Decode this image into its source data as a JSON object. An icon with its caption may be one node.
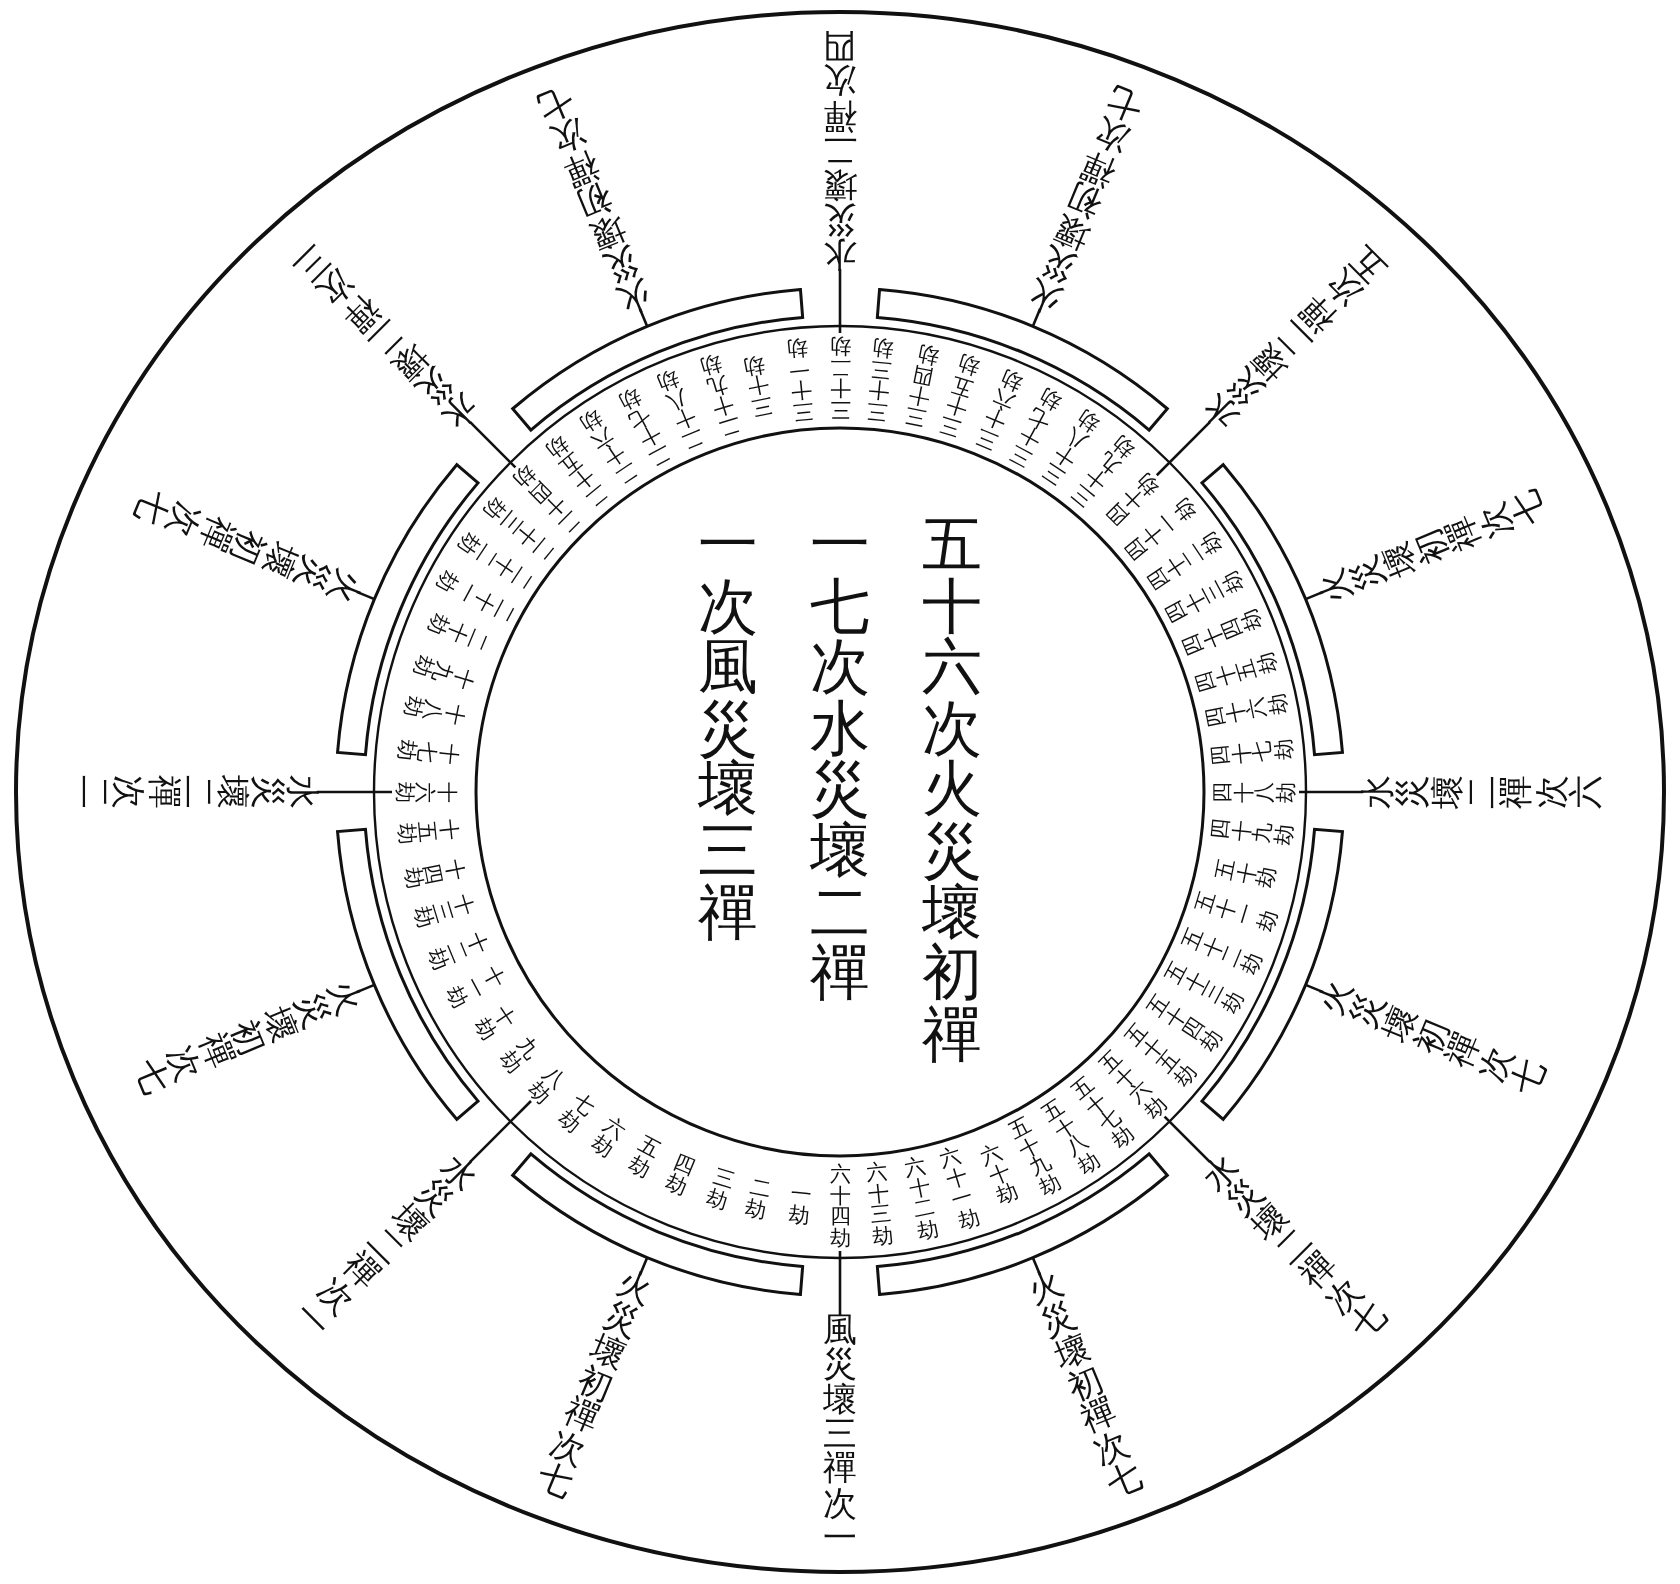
{
  "diagram": {
    "nodes": [
      {
        "text": [],
        "shape": "bar"
      },
      {
        "text": [
          "火災壞初禪次七"
        ]
      },
      {
        "text": [
          "八劫"
        ]
      },
      {
        "text": [
          "水災壞二禪次一"
        ]
      },
      {
        "text": [],
        "shape": "bar"
      },
      {
        "text": [
          "火災壞初禪次七"
        ]
      },
      {
        "text": [
          "十六劫"
        ]
      },
      {
        "text": [
          "水災壞二禪次二"
        ]
      },
      {
        "text": [],
        "shape": "bar"
      },
      {
        "text": [
          "火災壞初禪次七"
        ]
      },
      {
        "text": [
          "二十四劫"
        ]
      },
      {
        "text": [
          "水災壞二禪次三"
        ]
      },
      {
        "text": [],
        "shape": "bar"
      },
      {
        "text": [
          "火災壞初禪次七"
        ]
      },
      {
        "text": [
          "三十二劫"
        ]
      },
      {
        "text": [
          "水災壞二禪次四"
        ]
      },
      {
        "text": [],
        "shape": "bar"
      },
      {
        "text": [
          "火災壞初禪次七"
        ]
      },
      {
        "text": [
          "四十劫"
        ]
      },
      {
        "text": [
          "水災壞二禪次五"
        ]
      },
      {
        "text": [],
        "shape": "bar"
      },
      {
        "text": [
          "火災壞初禪次七"
        ]
      },
      {
        "text": [
          "四十八劫"
        ]
      },
      {
        "text": [
          "水災壞二禪次六"
        ]
      },
      {
        "text": [],
        "shape": "bar"
      },
      {
        "text": [
          "火災壞初禪次七"
        ]
      },
      {
        "text": [
          "五十六劫"
        ]
      },
      {
        "text": [
          "水災壞二禪次七"
        ]
      },
      {
        "text": [],
        "shape": "bar"
      },
      {
        "text": [
          "火災壞初禪次七"
        ]
      },
      {
        "text": [
          "六十四劫"
        ]
      },
      {
        "text": [
          "風災壞三禪次一"
        ]
      }
    ],
    "edges": [
      {
        "from": 1,
        "to": 0,
        "arrow": "none"
      },
      {
        "from": 3,
        "to": 2,
        "arrow": "none"
      },
      {
        "from": 5,
        "to": 4,
        "arrow": "none"
      },
      {
        "from": 7,
        "to": 6,
        "arrow": "none"
      },
      {
        "from": 9,
        "to": 8,
        "arrow": "none"
      },
      {
        "from": 11,
        "to": 10,
        "arrow": "none"
      },
      {
        "from": 13,
        "to": 12,
        "arrow": "none"
      },
      {
        "from": 15,
        "to": 14,
        "arrow": "none"
      },
      {
        "from": 17,
        "to": 16,
        "arrow": "none"
      },
      {
        "from": 19,
        "to": 18,
        "arrow": "none"
      },
      {
        "from": 21,
        "to": 20,
        "arrow": "none"
      },
      {
        "from": 23,
        "to": 22,
        "arrow": "none"
      },
      {
        "from": 25,
        "to": 24,
        "arrow": "none"
      },
      {
        "from": 27,
        "to": 26,
        "arrow": "none"
      },
      {
        "from": 29,
        "to": 28,
        "arrow": "none"
      },
      {
        "from": 31,
        "to": 30,
        "arrow": "none"
      }
    ],
    "labels": [
      "五十六次火災壞初禪",
      "一七次水災壞二禪",
      "一次風災壞三禪",
      "一劫",
      "二劫",
      "三劫",
      "四劫",
      "五劫",
      "六劫",
      "七劫",
      "九劫",
      "十劫",
      "十一劫",
      "十二劫",
      "十三劫",
      "十四劫",
      "十五劫",
      "十七劫",
      "十八劫",
      "十九劫",
      "二十劫",
      "二十一劫",
      "二十二劫",
      "二十三劫",
      "二十五劫",
      "二十六劫",
      "二十七劫",
      "二十八劫",
      "二十九劫",
      "三十劫",
      "三十一劫",
      "三十三劫",
      "三十四劫",
      "三十五劫",
      "三十六劫",
      "三十七劫",
      "三十八劫",
      "三十九劫",
      "四十一劫",
      "四十二劫",
      "四十三劫",
      "四十四劫",
      "四十五劫",
      "四十六劫",
      "四十七劫",
      "四十九劫",
      "五十劫",
      "五十一劫",
      "五十二劫",
      "五十三劫",
      "五十四劫",
      "五十五劫",
      "五十七劫",
      "五十八劫",
      "五十九劫",
      "六十劫",
      "六十一劫",
      "六十二劫",
      "六十三劫"
    ]
  }
}
